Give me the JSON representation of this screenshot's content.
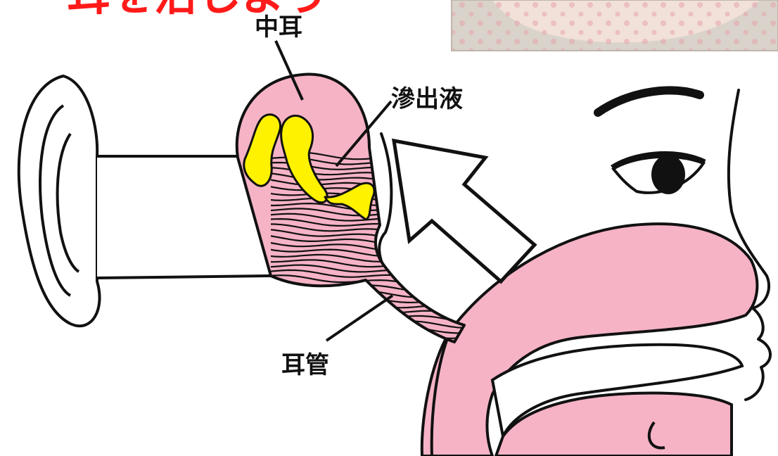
{
  "diagram": {
    "title_fragment": "耳を治しよう",
    "labels": {
      "middle_ear": "中耳",
      "effusion": "滲出液",
      "eustachian_tube": "耳管"
    }
  },
  "colors": {
    "title": "#ff1a1a",
    "tissue_pink": "#f6b3c6",
    "ossicles_yellow": "#fff200",
    "outline": "#111111",
    "photo_skin": "#f1e1d8",
    "photo_bg": "#d9d3cb",
    "photo_dots": "#e8a3ad"
  }
}
